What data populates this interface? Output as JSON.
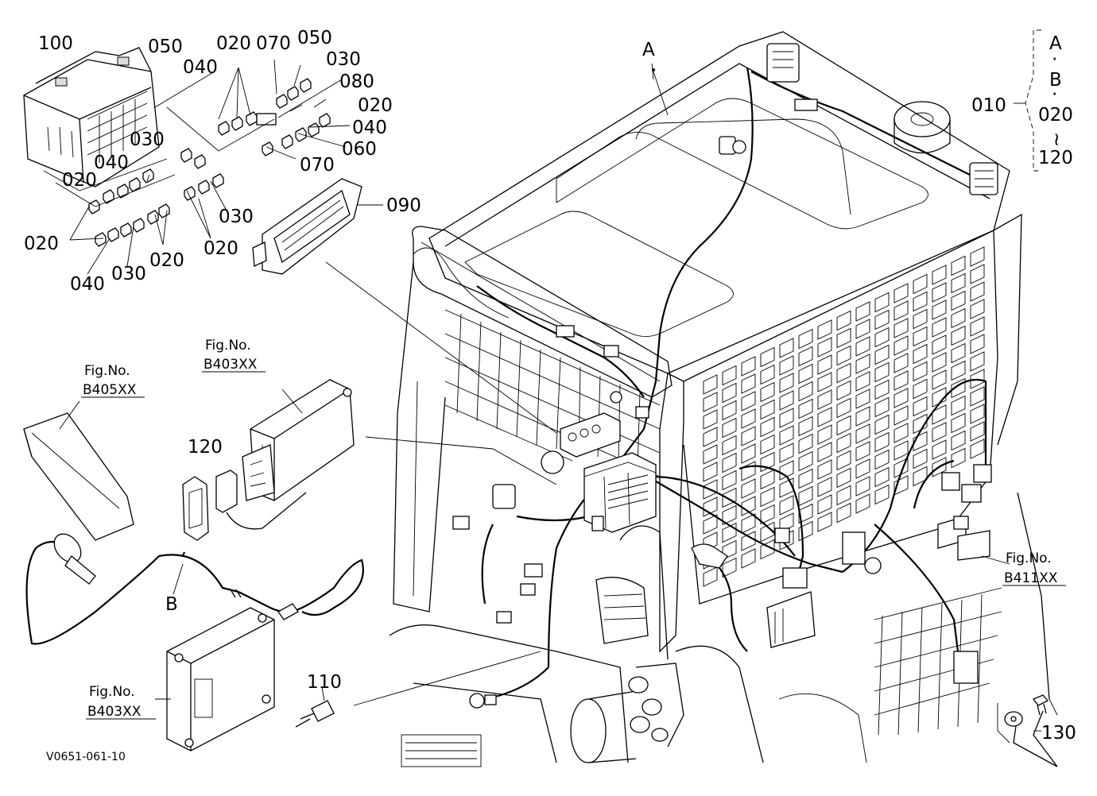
{
  "callouts": {
    "p100": "100",
    "p050a": "050",
    "p020a": "020",
    "p070a": "070",
    "p050b": "050",
    "p030a": "030",
    "p040a": "040",
    "p080": "080",
    "p020b": "020",
    "p040b": "040",
    "p060": "060",
    "p070b": "070",
    "p030b": "030",
    "p040c": "040",
    "p020c": "020",
    "p020d": "020",
    "p030c": "030",
    "p020e": "020",
    "p020f": "020",
    "p040d": "040",
    "p030d": "030",
    "p090": "090",
    "p120": "120",
    "p110": "110",
    "p130": "130",
    "A": "A",
    "B": "B"
  },
  "key_bracket": {
    "part": "010",
    "lines": [
      "A",
      "·",
      "B",
      "·",
      "020",
      "~",
      "120"
    ]
  },
  "fig_refs": {
    "b403_top": {
      "label": "Fig.No.",
      "code": "B403XX"
    },
    "b405": {
      "label": "Fig.No.",
      "code": "B405XX"
    },
    "b403_bottom": {
      "label": "Fig.No.",
      "code": "B403XX"
    },
    "b411": {
      "label": "Fig.No.",
      "code": "B411XX"
    }
  },
  "drawing_code": "V0651-061-10"
}
